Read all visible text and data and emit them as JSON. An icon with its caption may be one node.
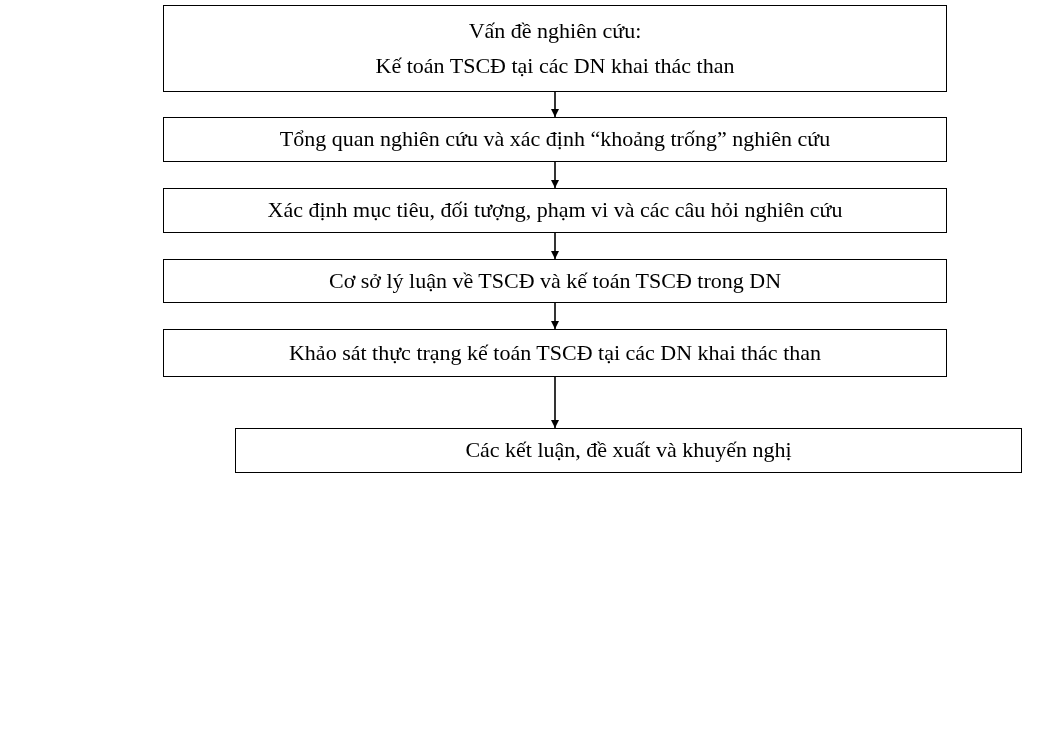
{
  "diagram": {
    "nodes": [
      {
        "text": [
          "Vấn đề nghiên cứu:",
          "Kế toán TSCĐ tại các DN khai thác than"
        ]
      },
      {
        "text": [
          "Tổng quan nghiên cứu và xác định “khoảng trống” nghiên cứu"
        ]
      },
      {
        "text": [
          "Xác định mục tiêu, đối tượng, phạm vi và các câu hỏi nghiên cứu"
        ]
      },
      {
        "text": [
          "Cơ sở lý luận về TSCĐ và kế toán TSCĐ trong DN"
        ]
      },
      {
        "text": [
          "Khảo sát thực trạng kế toán TSCĐ tại các DN khai thác than"
        ]
      },
      {
        "text": [
          "Các kết luận, đề xuất và khuyến nghị"
        ]
      }
    ],
    "edges": [
      {
        "from": 0,
        "to": 1,
        "arrow": "to"
      },
      {
        "from": 1,
        "to": 2,
        "arrow": "to"
      },
      {
        "from": 2,
        "to": 3,
        "arrow": "to"
      },
      {
        "from": 3,
        "to": 4,
        "arrow": "to"
      },
      {
        "from": 4,
        "to": 5,
        "arrow": "to"
      }
    ]
  }
}
